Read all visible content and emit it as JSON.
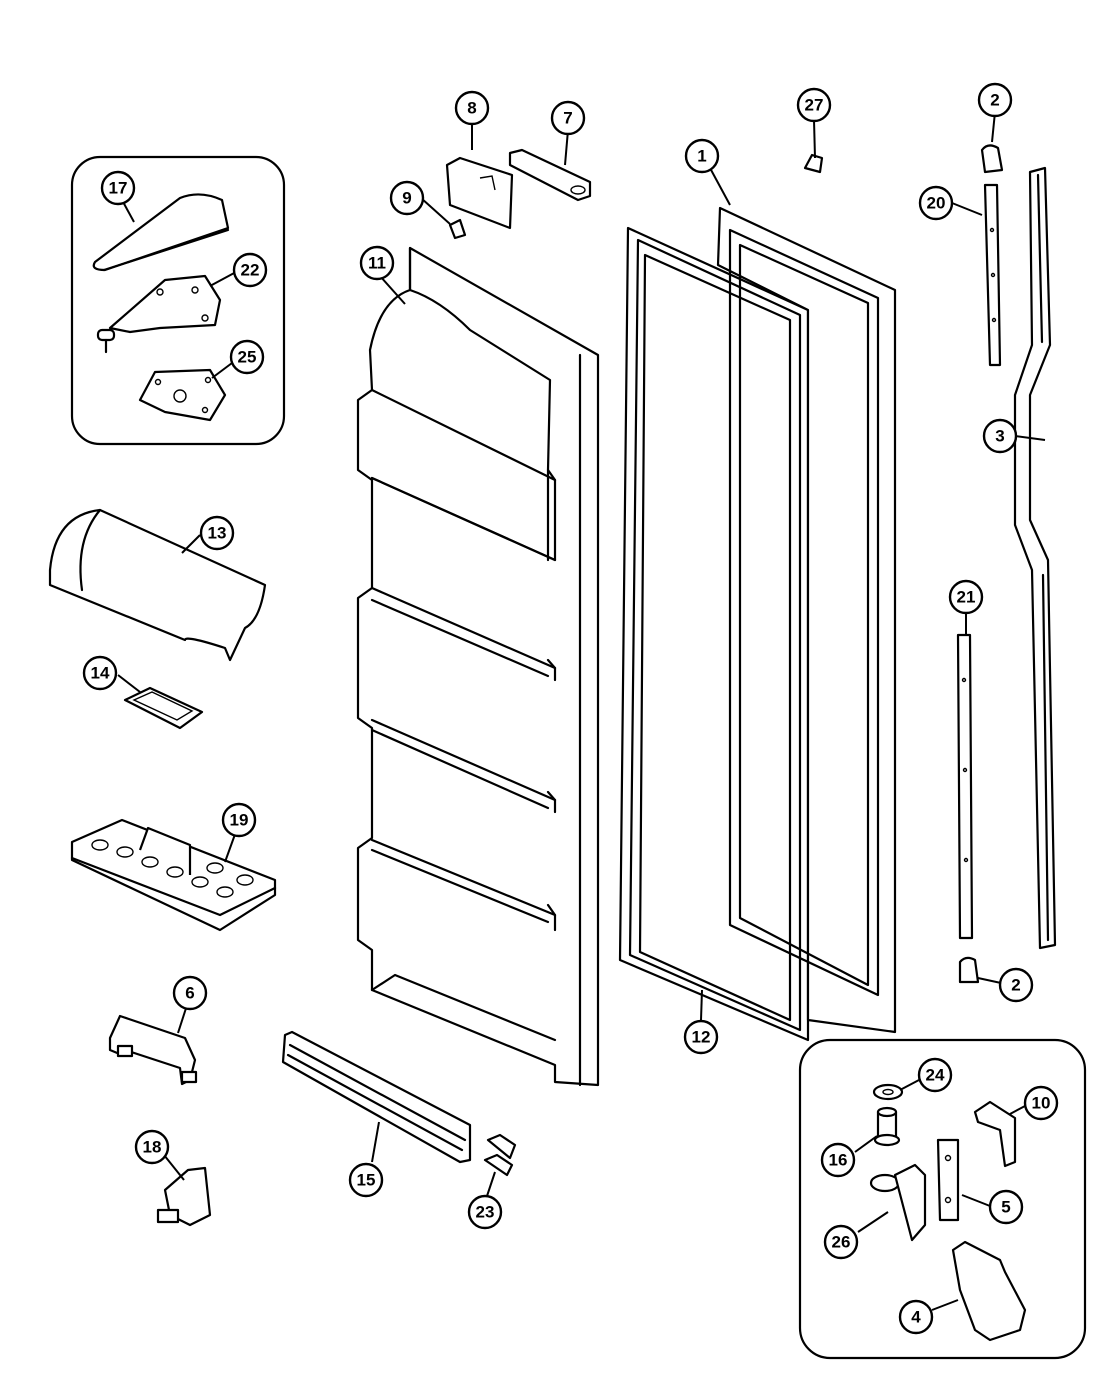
{
  "callouts": [
    {
      "id": "c1",
      "label": "1"
    },
    {
      "id": "c2a",
      "label": "2"
    },
    {
      "id": "c2b",
      "label": "2"
    },
    {
      "id": "c3",
      "label": "3"
    },
    {
      "id": "c4",
      "label": "4"
    },
    {
      "id": "c5",
      "label": "5"
    },
    {
      "id": "c6",
      "label": "6"
    },
    {
      "id": "c7",
      "label": "7"
    },
    {
      "id": "c8",
      "label": "8"
    },
    {
      "id": "c9",
      "label": "9"
    },
    {
      "id": "c10",
      "label": "10"
    },
    {
      "id": "c11",
      "label": "11"
    },
    {
      "id": "c12",
      "label": "12"
    },
    {
      "id": "c13",
      "label": "13"
    },
    {
      "id": "c14",
      "label": "14"
    },
    {
      "id": "c15",
      "label": "15"
    },
    {
      "id": "c16",
      "label": "16"
    },
    {
      "id": "c17",
      "label": "17"
    },
    {
      "id": "c18",
      "label": "18"
    },
    {
      "id": "c19",
      "label": "19"
    },
    {
      "id": "c20",
      "label": "20"
    },
    {
      "id": "c21",
      "label": "21"
    },
    {
      "id": "c22",
      "label": "22"
    },
    {
      "id": "c23",
      "label": "23"
    },
    {
      "id": "c24",
      "label": "24"
    },
    {
      "id": "c25",
      "label": "25"
    },
    {
      "id": "c26",
      "label": "26"
    },
    {
      "id": "c27",
      "label": "27"
    }
  ]
}
